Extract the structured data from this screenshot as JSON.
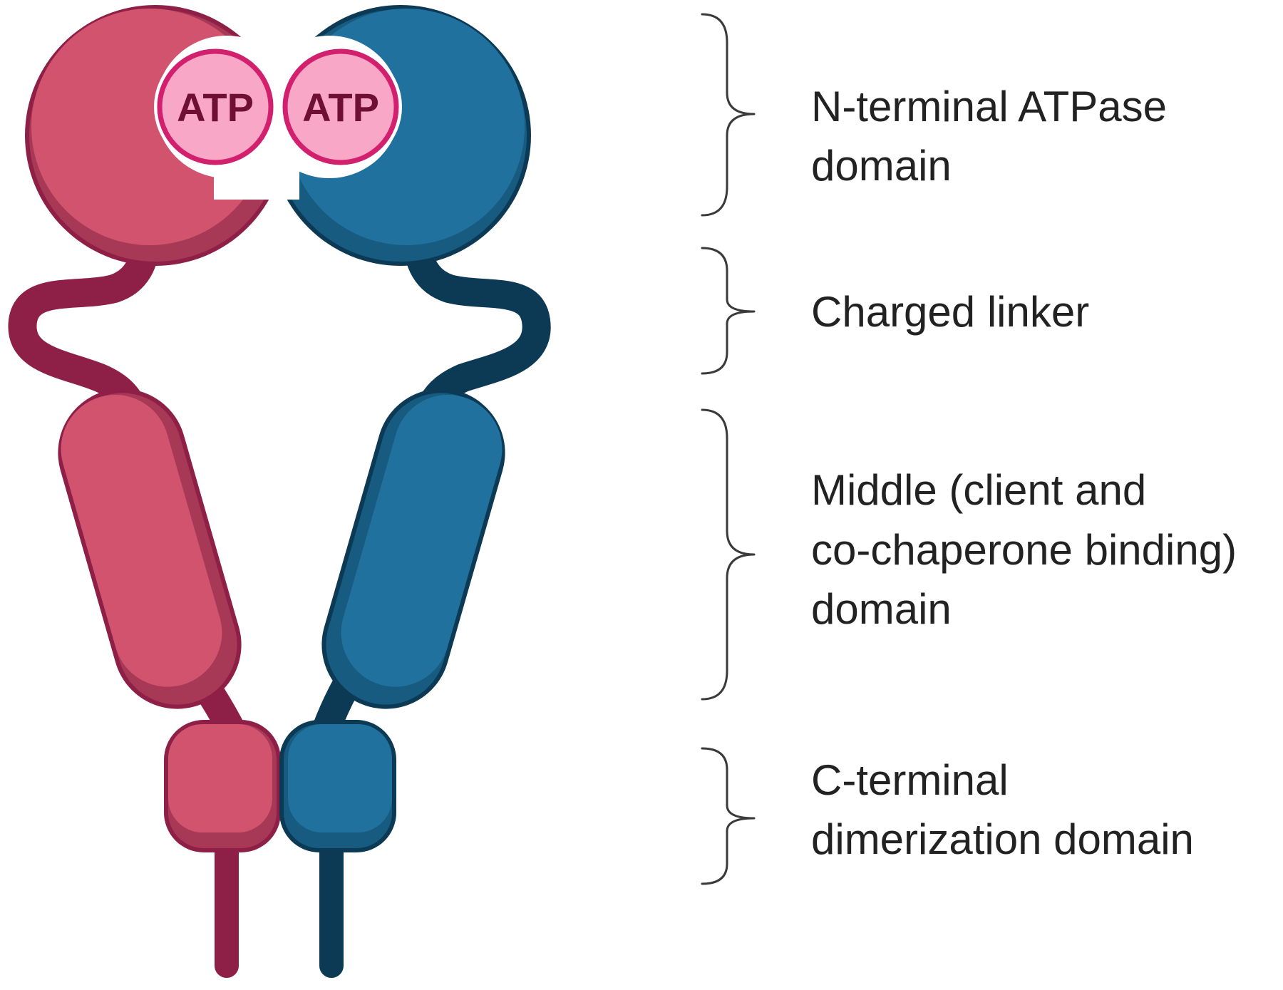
{
  "colors": {
    "red_main": "#d2536e",
    "red_shadow": "#a83956",
    "red_dark": "#8e1f47",
    "blue_main": "#20719e",
    "blue_shadow": "#175b80",
    "blue_dark": "#0c3a55",
    "atp_fill": "#f8a8c6",
    "atp_border": "#d21f6e",
    "atp_text": "#6e0f33",
    "brace": "#3a3a3a",
    "label": "#222222"
  },
  "atp": {
    "left_label": "ATP",
    "right_label": "ATP"
  },
  "domains": [
    {
      "id": "n-terminal",
      "lines": [
        "N-terminal ATPase",
        "domain"
      ]
    },
    {
      "id": "linker",
      "lines": [
        "Charged linker"
      ]
    },
    {
      "id": "middle",
      "lines": [
        "Middle (client and",
        "co-chaperone binding)",
        "domain"
      ]
    },
    {
      "id": "c-terminal",
      "lines": [
        "C-terminal",
        "dimerization domain"
      ]
    }
  ]
}
